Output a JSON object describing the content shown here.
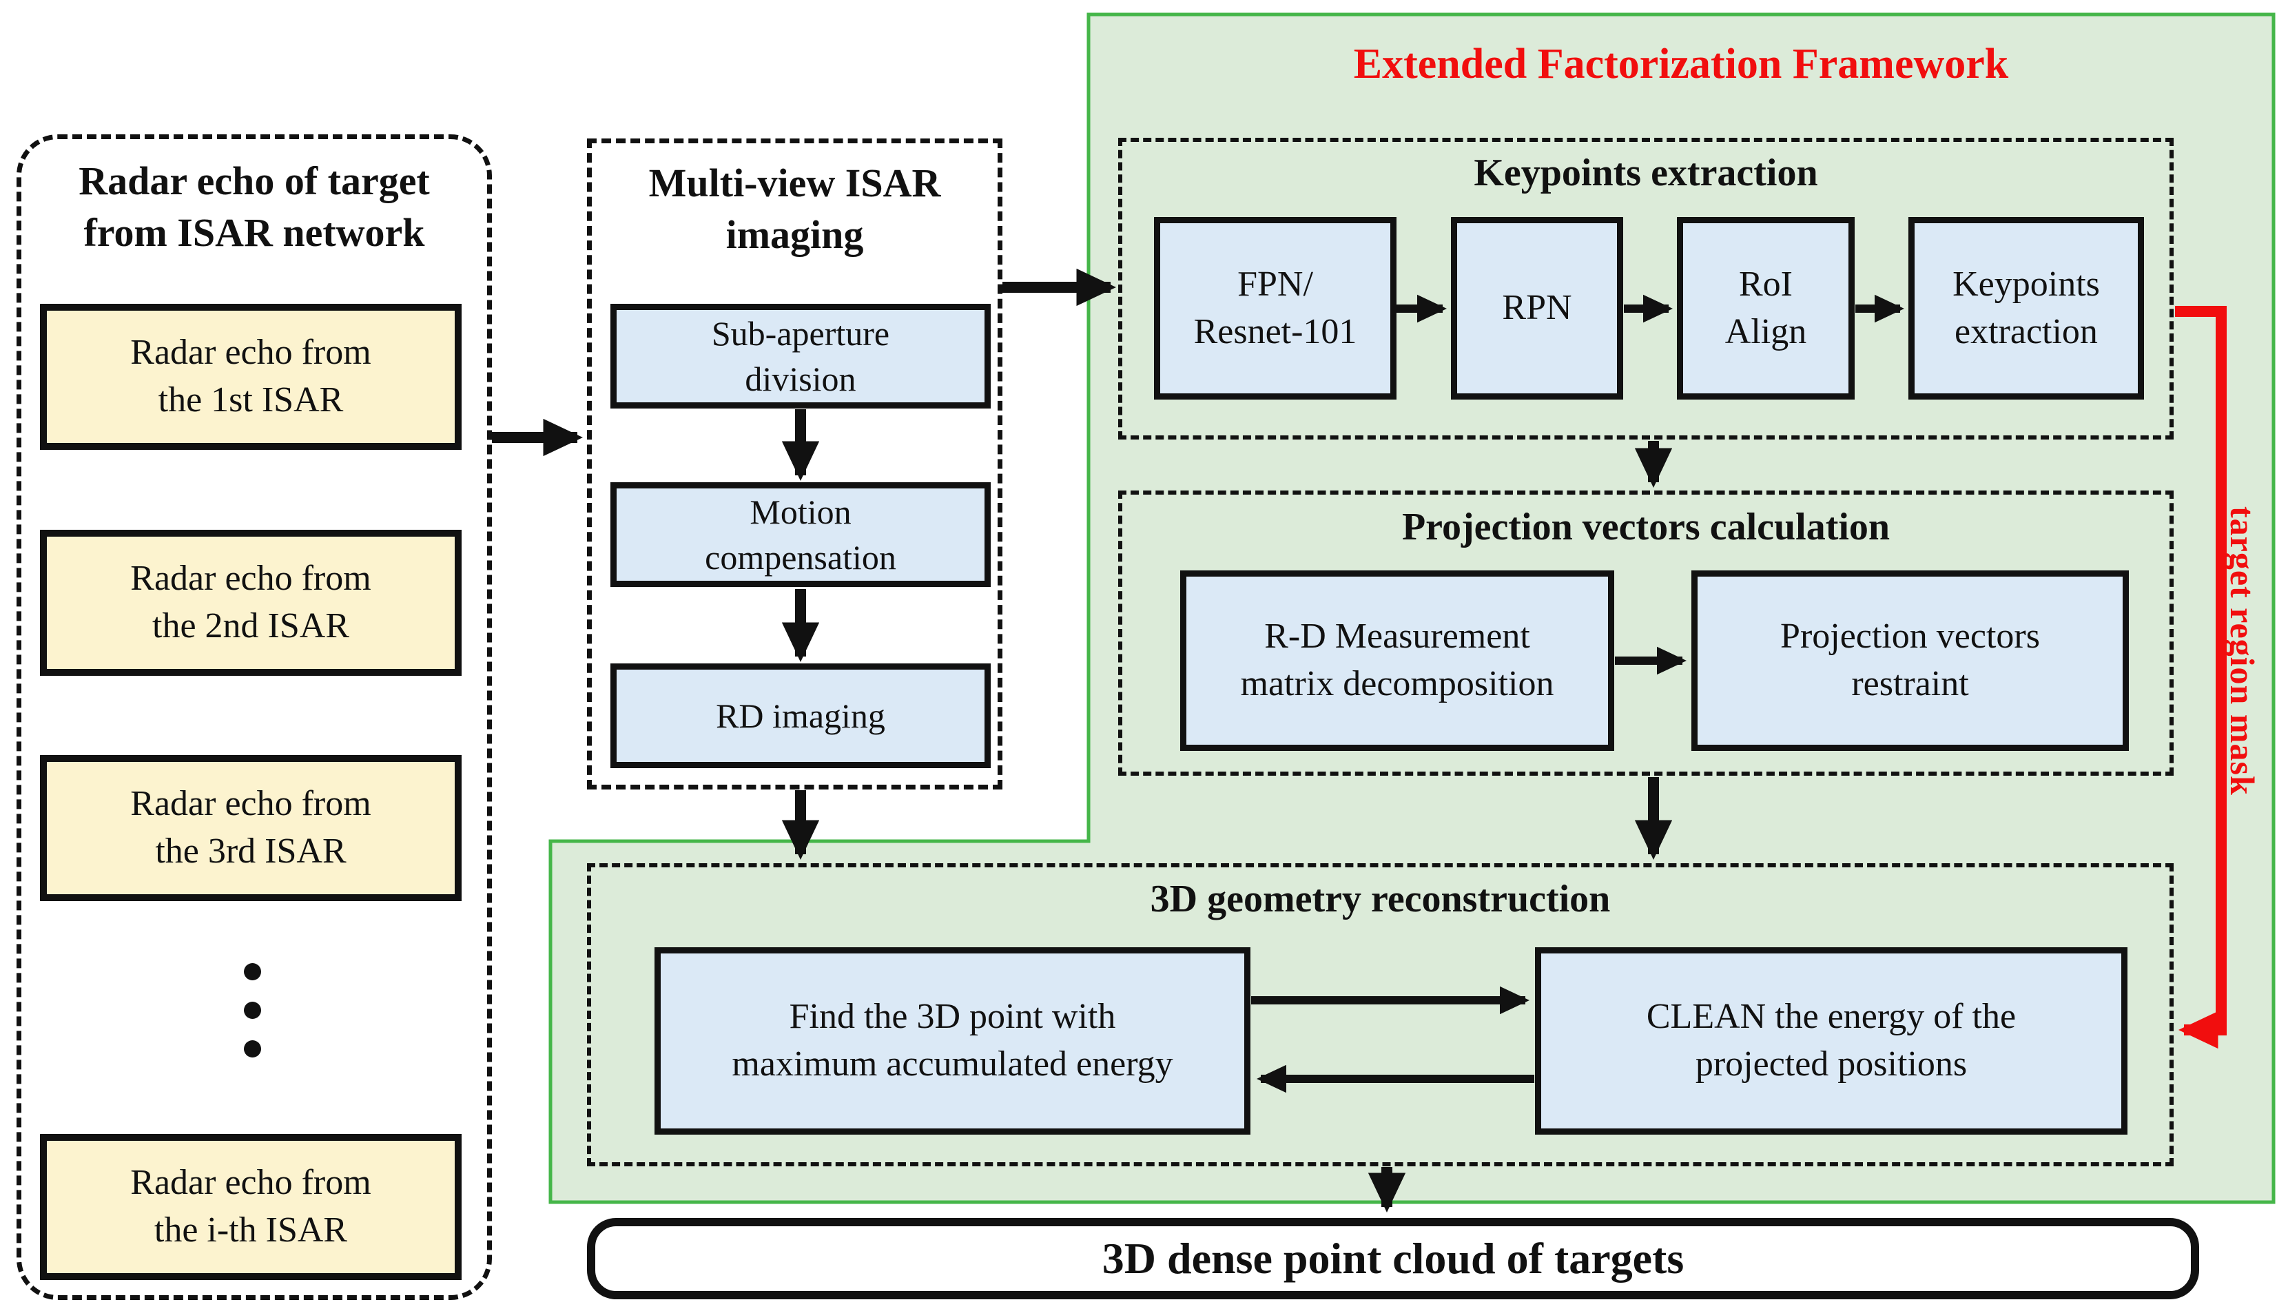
{
  "colors": {
    "green_fill": "#dcebd9",
    "green_border": "#45b649",
    "yellow_fill": "#fcf3cf",
    "blue_fill": "#dbe9f6",
    "red": "#f10e0e",
    "line_black": "#111111"
  },
  "left_panel": {
    "title": "Radar echo of target\nfrom ISAR network",
    "boxes": [
      "Radar echo from\nthe 1st ISAR",
      "Radar echo from\nthe 2nd ISAR",
      "Radar echo from\nthe 3rd ISAR",
      "Radar echo from\nthe i-th ISAR"
    ],
    "ellipsis_icon": "vertical-dots"
  },
  "imaging_panel": {
    "title": "Multi-view ISAR\nimaging",
    "steps": [
      "Sub-aperture\ndivision",
      "Motion\ncompensation",
      "RD imaging"
    ]
  },
  "framework": {
    "title": "Extended Factorization Framework",
    "keypoints": {
      "title": "Keypoints extraction",
      "boxes": [
        "FPN/\nResnet-101",
        "RPN",
        "RoI\nAlign",
        "Keypoints\nextraction"
      ]
    },
    "projection": {
      "title": "Projection vectors calculation",
      "boxes": [
        "R-D Measurement\nmatrix decomposition",
        "Projection vectors\nrestraint"
      ]
    },
    "reconstruction": {
      "title": "3D geometry reconstruction",
      "boxes": [
        "Find the 3D point with\nmaximum accumulated energy",
        "CLEAN the energy of the\nprojected positions"
      ]
    },
    "mask_label": "target region mask"
  },
  "output_bar": {
    "label": "3D dense point cloud of targets"
  }
}
